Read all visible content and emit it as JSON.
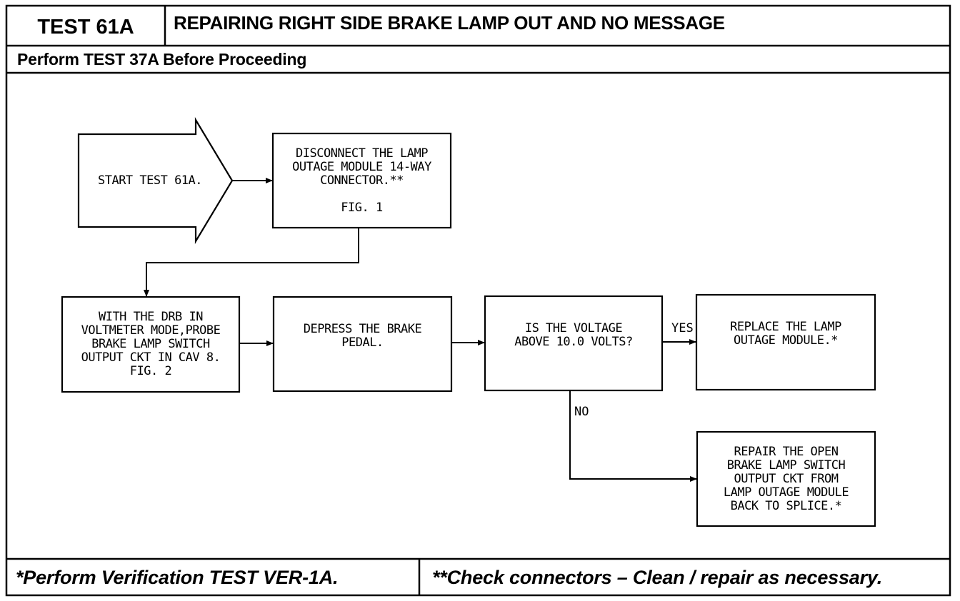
{
  "header": {
    "test_id": "TEST 61A",
    "title": "REPAIRING RIGHT SIDE BRAKE LAMP OUT AND NO MESSAGE",
    "prerequisite": "Perform TEST 37A Before Proceeding"
  },
  "flowchart": {
    "start": {
      "text": "START TEST 61A."
    },
    "disconnect": {
      "text": "DISCONNECT THE LAMP\nOUTAGE MODULE 14-WAY\nCONNECTOR.**\n\nFIG. 1"
    },
    "probe": {
      "text": "WITH THE DRB IN\nVOLTMETER MODE,PROBE\nBRAKE LAMP SWITCH\nOUTPUT CKT IN CAV 8.\nFIG. 2"
    },
    "depress": {
      "text": "DEPRESS THE BRAKE\nPEDAL."
    },
    "decision": {
      "text": "IS THE VOLTAGE\nABOVE 10.0 VOLTS?"
    },
    "yes_label": "YES",
    "no_label": "NO",
    "replace": {
      "text": "REPLACE THE LAMP\nOUTAGE MODULE.*"
    },
    "repair": {
      "text": "REPAIR THE OPEN\nBRAKE LAMP SWITCH\nOUTPUT CKT FROM\nLAMP OUTAGE MODULE\nBACK TO SPLICE.*"
    }
  },
  "footer": {
    "left_note": "*Perform Verification TEST VER-1A.",
    "right_note": "**Check connectors – Clean / repair as necessary."
  }
}
